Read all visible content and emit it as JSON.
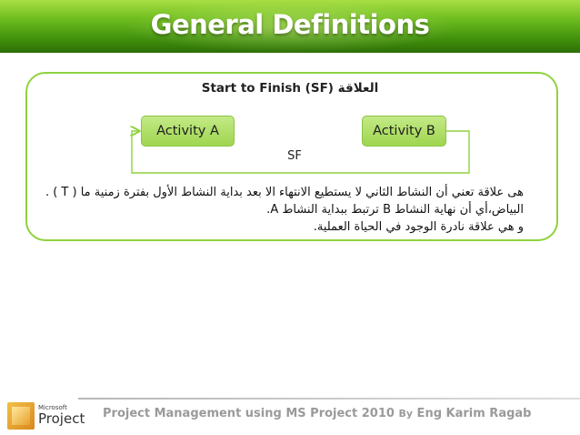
{
  "header": {
    "title": "General Definitions"
  },
  "panel": {
    "title": "Start to Finish (SF) العلاقة",
    "activity_a": "Activity A",
    "activity_b": "Activity B",
    "link_label": "SF",
    "description": [
      "هى علاقة تعني أن النشاط الثاني لا يستطيع الانتهاء الا بعد بداية النشاط الأول بفترة زمنية ما ( T ) .",
      "البياض،أي أن نهاية النشاط B ترتبط ببداية النشاط A.",
      "و هي علاقة نادرة الوجود في الحياة العملية."
    ]
  },
  "footer": {
    "text_main": "Project Management using MS Project  2010  ",
    "text_by": "By",
    "text_author": " Eng Karim Ragab"
  },
  "logo": {
    "brand": "Microsoft",
    "product": "Project"
  },
  "colors": {
    "header_green": "#4d9a12",
    "panel_border": "#8fd23c",
    "activity_fill": "#b2e06a"
  }
}
